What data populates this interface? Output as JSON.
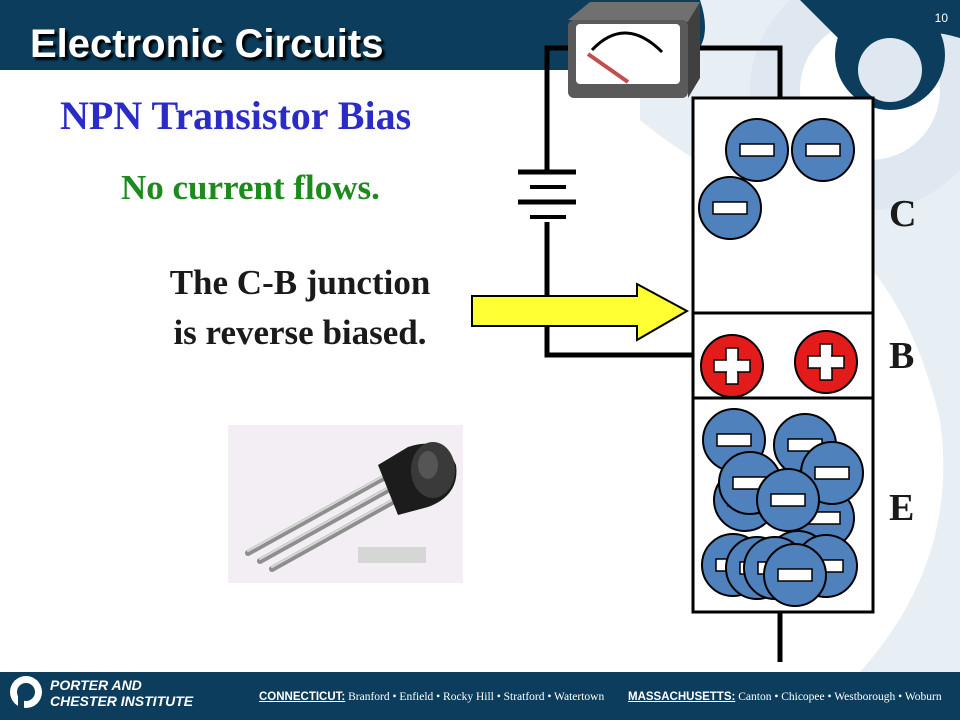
{
  "slide": {
    "number": "10",
    "title": "Electronic Circuits",
    "subtitle": "NPN Transistor Bias",
    "status_text": "No current flows.",
    "junction_line1": "The C-B junction",
    "junction_line2": "is reverse biased."
  },
  "transistor": {
    "regions": [
      {
        "label": "C",
        "carrier": "electron",
        "count": 3
      },
      {
        "label": "B",
        "carrier": "hole",
        "count": 2
      },
      {
        "label": "E",
        "carrier": "electron",
        "count": 13
      }
    ]
  },
  "icons": {
    "meter": "galvanometer-icon",
    "battery": "battery-icon",
    "pointer": "yellow-arrow-icon",
    "photo": "transistor-photo"
  },
  "colors": {
    "header_blue": "#0c3d5c",
    "subtitle_blue": "#2b2bc8",
    "status_green": "#1c8a1c",
    "electron_fill": "#4f81bd",
    "hole_fill": "#e31b1b",
    "arrow_yellow": "#ffff33"
  },
  "footer": {
    "logo_line1": "PORTER AND",
    "logo_line2": "CHESTER INSTITUTE",
    "ct_label": "CONNECTICUT:",
    "ct_towns": "Branford • Enfield • Rocky Hill • Stratford • Watertown",
    "ma_label": "MASSACHUSETTS:",
    "ma_towns": "Canton • Chicopee • Westborough • Woburn"
  }
}
